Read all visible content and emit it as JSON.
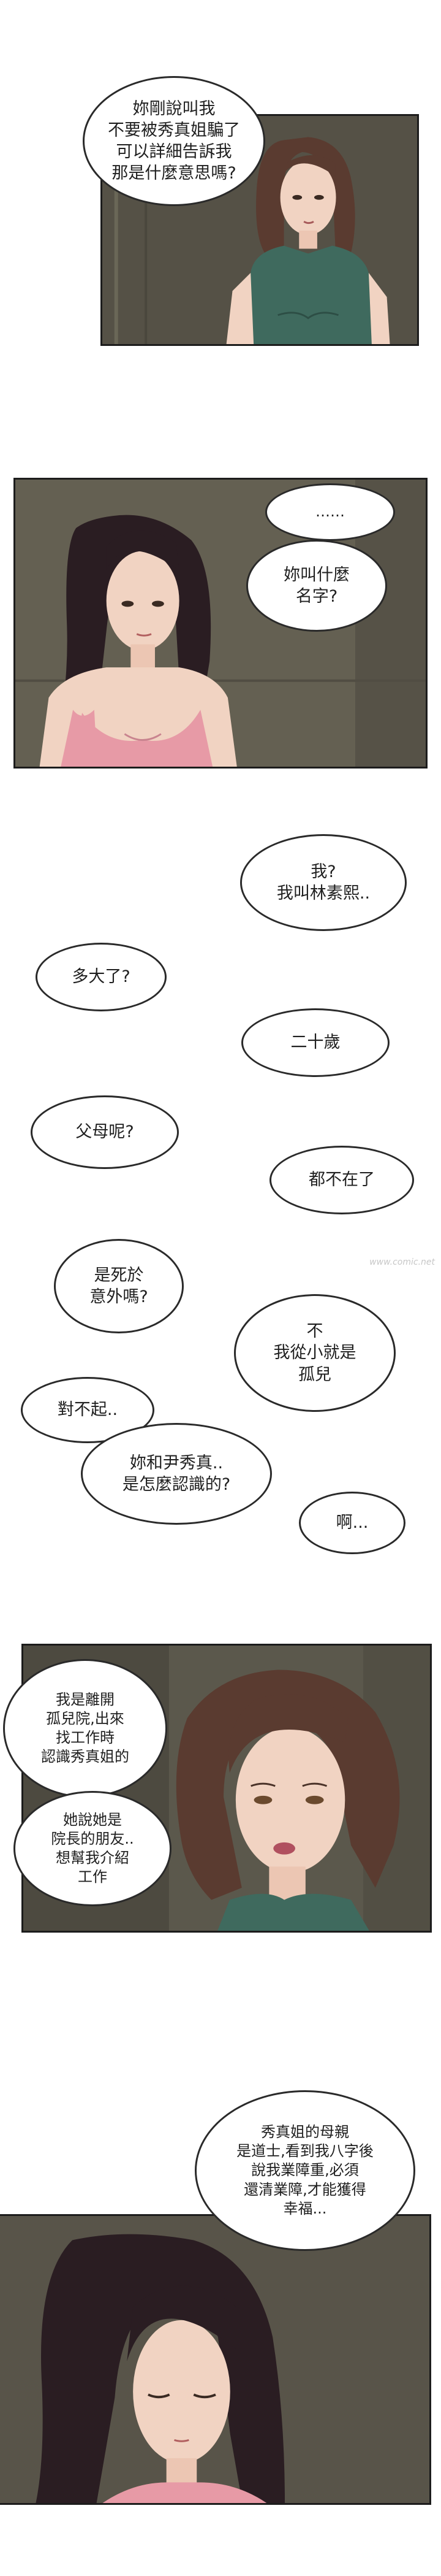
{
  "panel1": {
    "bubbles": [
      {
        "text": "妳剛說叫我\n不要被秀真姐騙了\n可以詳細告訴我\n那是什麼意思嗎?"
      }
    ]
  },
  "panel2": {
    "bubbles": [
      {
        "text": "……"
      },
      {
        "text": "妳叫什麼\n名字?"
      }
    ]
  },
  "dialogue": {
    "bubbles": [
      {
        "text": "我?\n我叫林素熙.."
      },
      {
        "text": "多大了?"
      },
      {
        "text": "二十歲"
      },
      {
        "text": "父母呢?"
      },
      {
        "text": "都不在了"
      },
      {
        "text": "是死於\n意外嗎?"
      },
      {
        "text": "不\n我從小就是\n孤兒"
      },
      {
        "text": "對不起.."
      },
      {
        "text": "妳和尹秀真..\n是怎麼認識的?"
      },
      {
        "text": "啊..."
      }
    ]
  },
  "panel3": {
    "bubbles": [
      {
        "text": "我是離開\n孤兒院,出來\n找工作時\n認識秀真姐的"
      },
      {
        "text": "她說她是\n院長的朋友..\n想幫我介紹\n工作"
      }
    ]
  },
  "panel4": {
    "bubbles": [
      {
        "text": "秀真姐的母親\n是道士,看到我八字後\n說我業障重,必須\n還清業障,才能獲得\n幸福..."
      }
    ]
  },
  "watermark": "www.comic.net",
  "colors": {
    "wall": "#5e5a4e",
    "shirt_green": "#3f6a5e",
    "top_pink": "#e79aa6",
    "skin": "#f1d3c2",
    "hair_dark": "#2a1d22",
    "hair_brown": "#5a3b30"
  }
}
